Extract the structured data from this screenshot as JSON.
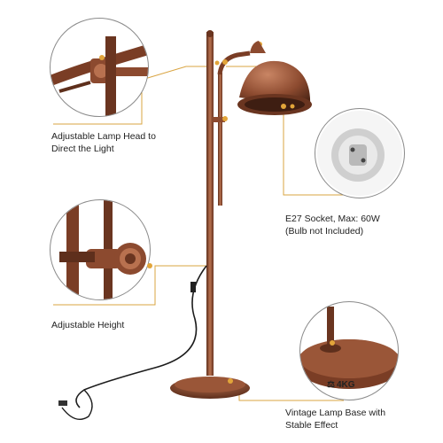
{
  "captions": {
    "head_line1": "Adjustable Lamp Head to",
    "head_line2": "Direct the Light",
    "socket_line1": "E27 Socket, Max: 60W",
    "socket_line2": "(Bulb not Included)",
    "height": "Adjustable Height",
    "base_line1": "Vintage Lamp Base with",
    "base_line2": "Stable Effect"
  },
  "base_weight_label": "4KG",
  "colors": {
    "copper": "#8c4a2f",
    "copper_dark": "#5e2f1c",
    "copper_light": "#b8714f",
    "connector": "#e2a53a",
    "leader_line": "#d9a441"
  },
  "icons": [
    "weight-icon"
  ]
}
